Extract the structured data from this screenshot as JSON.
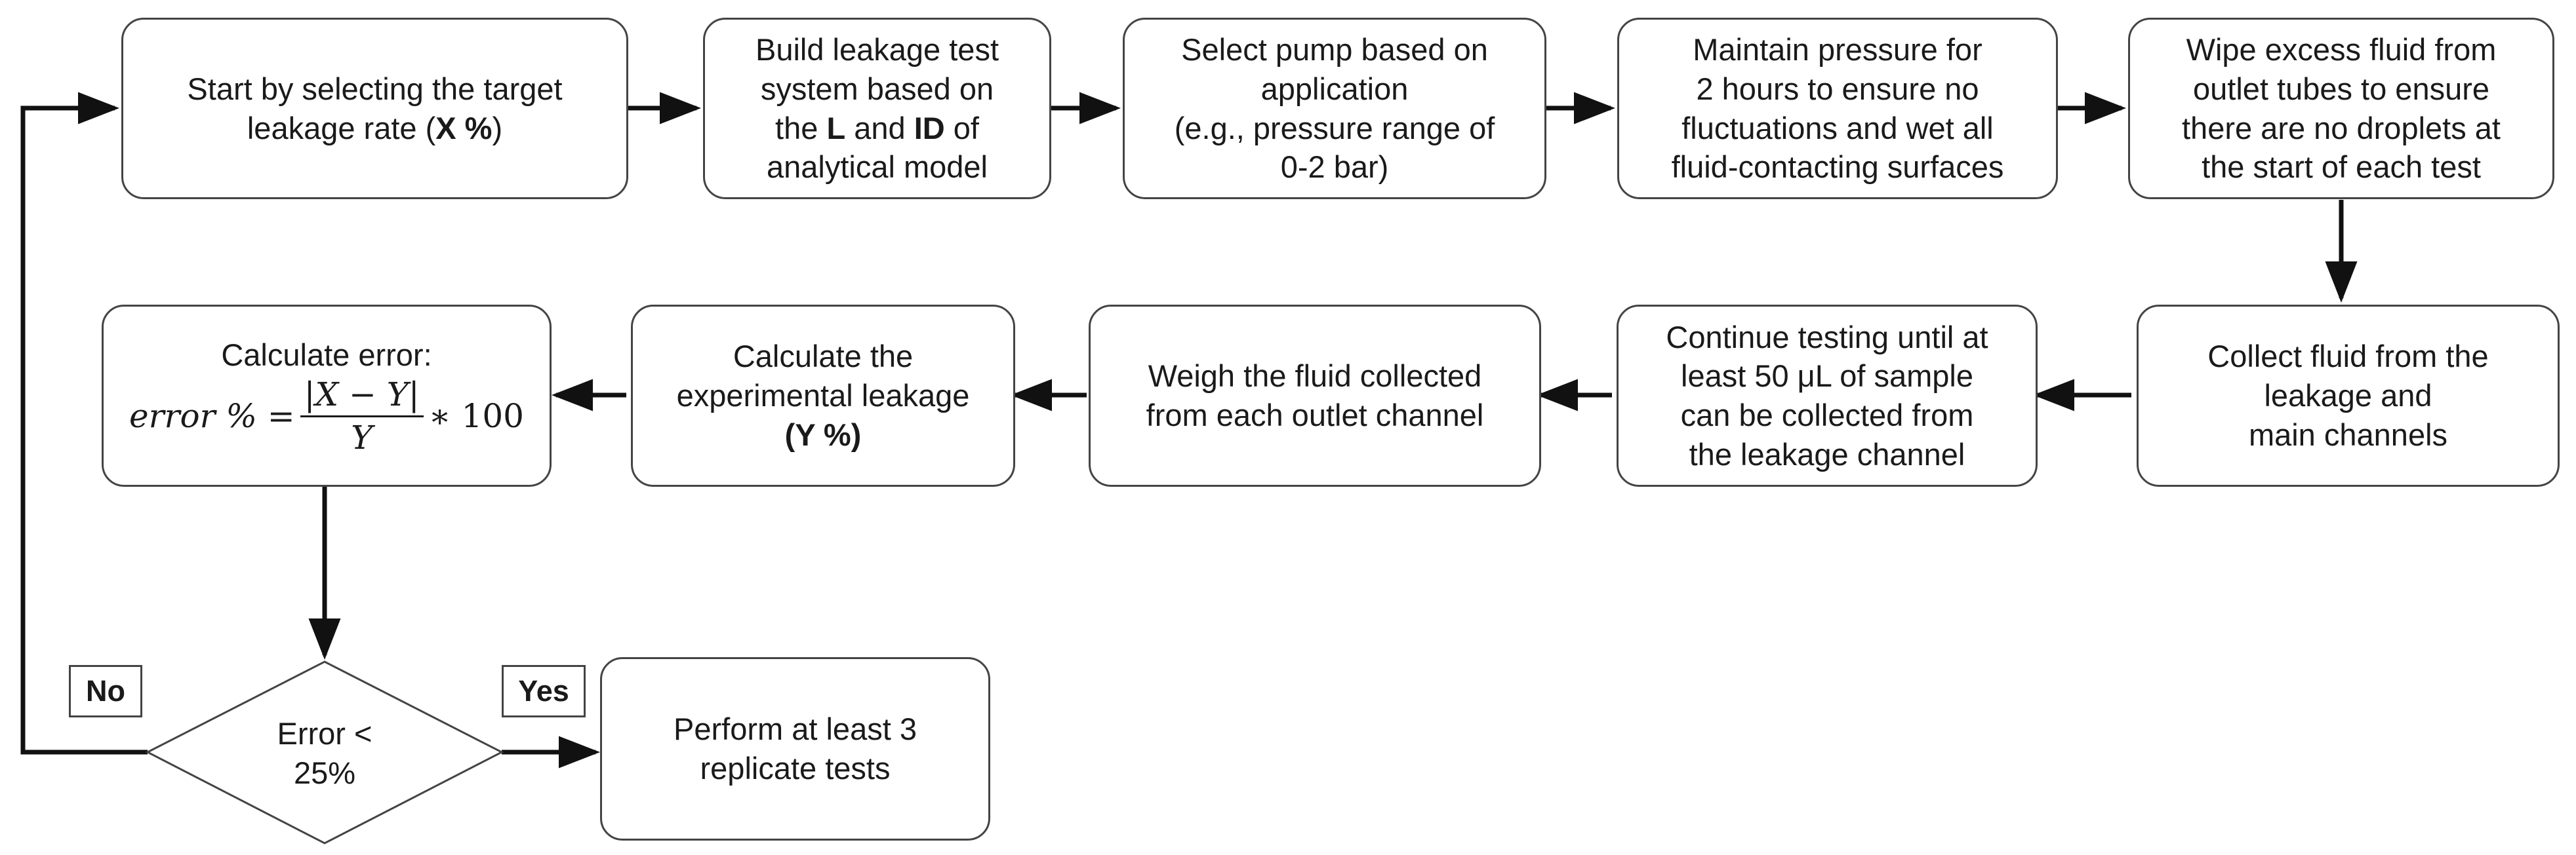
{
  "nodes": {
    "n1": {
      "lines": [
        "Start by selecting the target",
        "leakage rate (",
        "X %",
        ")"
      ]
    },
    "n2": {
      "lines": [
        "Build leakage test",
        "system based on",
        "the ",
        "L",
        " and ",
        "ID",
        " of",
        "analytical model"
      ]
    },
    "n3": {
      "lines": [
        "Select pump based on",
        "application",
        "(e.g., pressure range of",
        "0-2 bar)"
      ]
    },
    "n4": {
      "lines": [
        "Maintain pressure for",
        "2 hours to ensure no",
        "fluctuations and wet all",
        "fluid-contacting surfaces"
      ]
    },
    "n5": {
      "lines": [
        "Wipe excess fluid from",
        "outlet tubes to ensure",
        "there are no droplets at",
        "the start of each test"
      ]
    },
    "n6": {
      "lines": [
        "Collect fluid from the",
        "leakage and",
        "main channels"
      ]
    },
    "n7": {
      "lines": [
        "Continue testing until at",
        "least 50 μL of sample",
        "can be collected from",
        "the leakage channel"
      ]
    },
    "n8": {
      "lines": [
        "Weigh the fluid collected",
        "from each outlet channel"
      ]
    },
    "n9": {
      "lines": [
        "Calculate the",
        "experimental leakage",
        "(Y %)"
      ]
    },
    "n10": {
      "title": "Calculate error:",
      "formula": {
        "lhs": "error % =",
        "numerator": "|X − Y|",
        "denominator": "Y",
        "rhs": "∗ 100"
      }
    },
    "decision": {
      "lines": [
        "Error <",
        "25%"
      ]
    },
    "n11": {
      "lines": [
        "Perform at least 3",
        "replicate tests"
      ]
    }
  },
  "labels": {
    "no": "No",
    "yes": "Yes"
  }
}
